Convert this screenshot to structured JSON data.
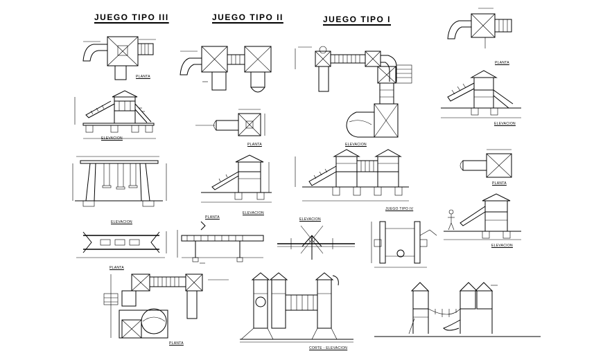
{
  "titles": {
    "tipo3": "JUEGO TIPO III",
    "tipo2": "JUEGO TIPO II",
    "tipo1": "JUEGO TIPO I",
    "tipo4": "JUEGO TIPO IV"
  },
  "labels": {
    "planta": "PLANTA",
    "elevacion": "ELEVACION",
    "corte_elevacion": "CORTE - ELEVACION"
  }
}
